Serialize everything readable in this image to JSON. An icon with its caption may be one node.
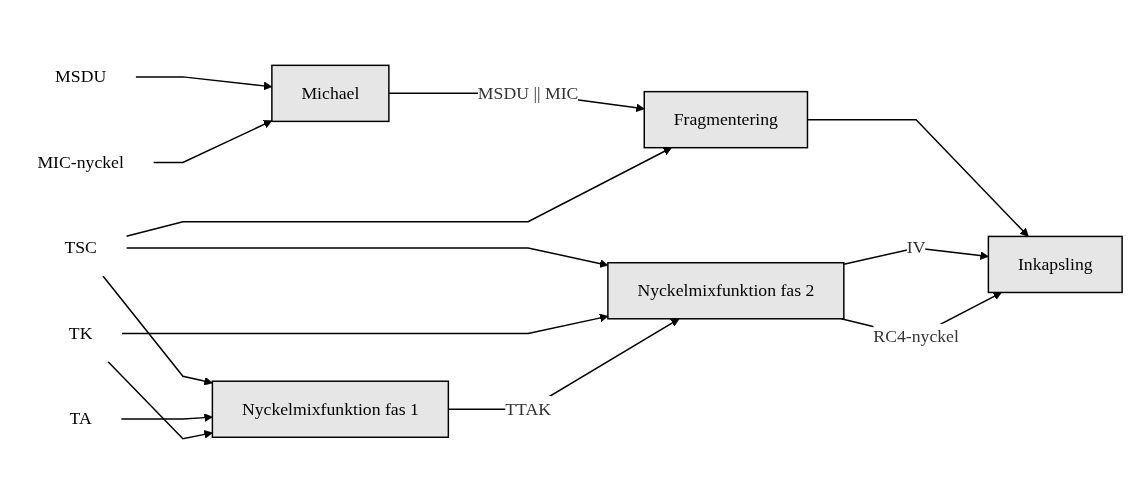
{
  "diagram": {
    "nodes": [
      {
        "text": [
          "MSDU"
        ]
      },
      {
        "text": [
          "MIC-nyckel"
        ]
      },
      {
        "text": [
          "Michael"
        ]
      },
      {
        "text": [
          "Fragmentering"
        ]
      },
      {
        "text": [
          "TSC"
        ]
      },
      {
        "text": [
          "TA"
        ]
      },
      {
        "text": [
          "TK"
        ]
      },
      {
        "text": [
          "Nyckelmixfunktion fas 1"
        ]
      },
      {
        "text": [
          "Nyckelmixfunktion fas 2"
        ]
      },
      {
        "text": [
          "Inkapsling"
        ]
      }
    ],
    "edges": [
      {
        "from": 0,
        "to": 2,
        "arrow": "to"
      },
      {
        "from": 1,
        "to": 2,
        "arrow": "to"
      },
      {
        "from": 2,
        "to": 3,
        "arrow": "to",
        "label": "MSDU || MIC"
      },
      {
        "from": 4,
        "to": 7,
        "arrow": "to"
      },
      {
        "from": 4,
        "to": 3,
        "arrow": "to"
      },
      {
        "from": 4,
        "to": 8,
        "arrow": "to"
      },
      {
        "from": 5,
        "to": 7,
        "arrow": "to"
      },
      {
        "from": 6,
        "to": 7,
        "arrow": "to"
      },
      {
        "from": 6,
        "to": 8,
        "arrow": "to"
      },
      {
        "from": 7,
        "to": 8,
        "arrow": "to",
        "label": "TTAK"
      },
      {
        "from": 3,
        "to": 9,
        "arrow": "to"
      },
      {
        "from": 8,
        "to": 9,
        "arrow": "to",
        "label": "IV"
      },
      {
        "from": 8,
        "to": 9,
        "arrow": "to",
        "label": "RC4-nyckel"
      }
    ]
  }
}
